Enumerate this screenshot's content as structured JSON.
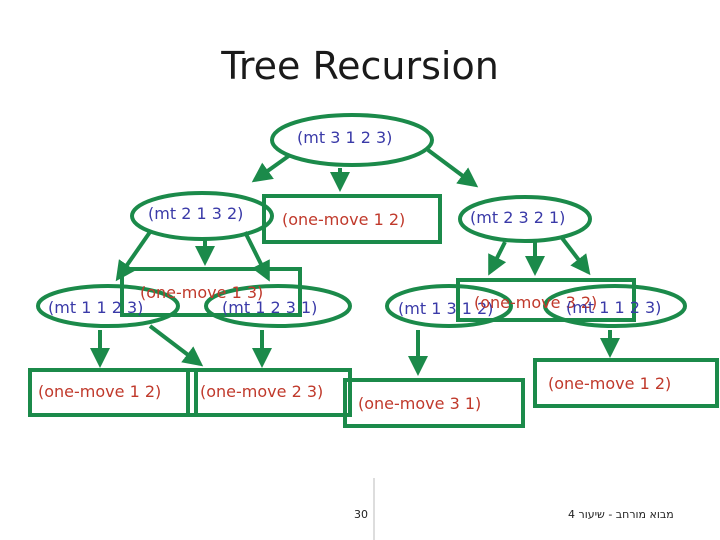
{
  "title": "Tree Recursion",
  "colors": {
    "frame": "#1b8a4a",
    "call_text": "#3a3aa8",
    "move_text": "#c0392b"
  },
  "nodes": {
    "root": "(mt 3 1 2 3)",
    "l1_left": "(mt 2 1 3 2)",
    "l1_mid": "(one-move 1 2)",
    "l1_right": "(mt 2 3 2 1)",
    "l2_a": "(mt 1 1 2 3)",
    "l2_b": "(one-move 1 3)",
    "l2_c": "(mt 1 2 3 1)",
    "l2_d": "(mt 1 3 1 2)",
    "l2_e": "(one-move 3 2)",
    "l2_f": "(mt 1 1 2 3)",
    "l3_a": "(one-move 1 2)",
    "l3_b": "(one-move 2 3)",
    "l3_c": "(one-move 3 1)",
    "l3_d": "(one-move 1 2)"
  },
  "footer": {
    "page_number": "30",
    "course": "מבוא מורחב - שיעור 4"
  }
}
